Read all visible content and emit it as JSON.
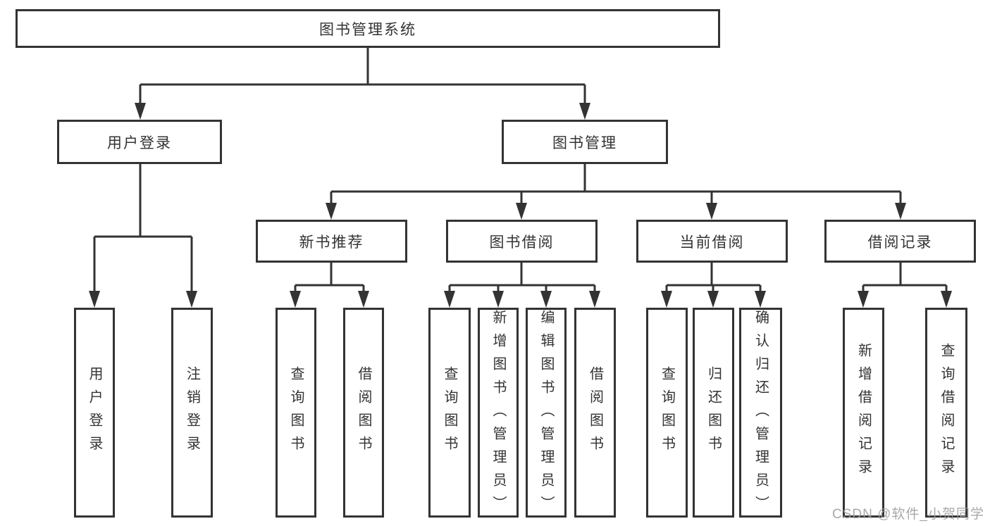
{
  "watermark": "CSDN @软件_小贺同学",
  "colors": {
    "line": "#333333",
    "text": "#333333",
    "box_fill": "#ffffff",
    "watermark": "#9d9d9d"
  },
  "diagram": {
    "type": "hierarchy-tree",
    "root": {
      "label": "图书管理系统",
      "children": [
        {
          "label": "用户登录",
          "children": [
            {
              "label": "用户登录"
            },
            {
              "label": "注销登录"
            }
          ]
        },
        {
          "label": "图书管理",
          "children": [
            {
              "label": "新书推荐",
              "children": [
                {
                  "label": "查询图书"
                },
                {
                  "label": "借阅图书"
                }
              ]
            },
            {
              "label": "图书借阅",
              "children": [
                {
                  "label": "查询图书"
                },
                {
                  "label": "新增图书（管理员）"
                },
                {
                  "label": "编辑图书（管理员）"
                },
                {
                  "label": "借阅图书"
                }
              ]
            },
            {
              "label": "当前借阅",
              "children": [
                {
                  "label": "查询图书"
                },
                {
                  "label": "归还图书"
                },
                {
                  "label": "确认归还（管理员）"
                }
              ]
            },
            {
              "label": "借阅记录",
              "children": [
                {
                  "label": "新增借阅记录"
                },
                {
                  "label": "查询借阅记录"
                }
              ]
            }
          ]
        }
      ]
    }
  }
}
